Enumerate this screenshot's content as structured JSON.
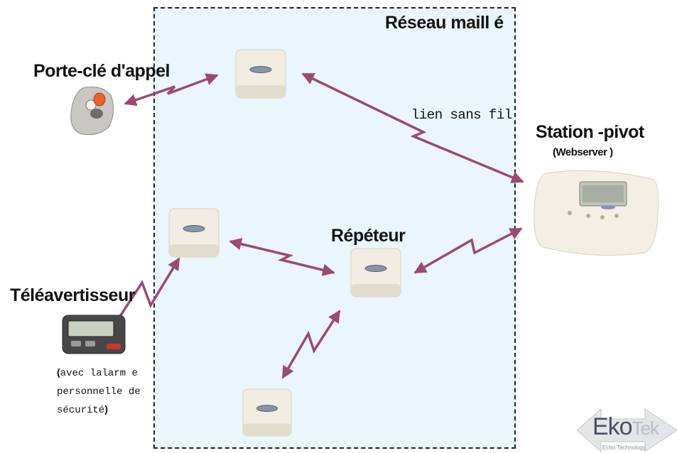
{
  "mesh": {
    "title": "Réseau maill é"
  },
  "labels": {
    "keyfob": "Porte-clé d'appel",
    "link": "lien sans fil",
    "station": "Station -pivot",
    "webserver": "(Webserver  )",
    "repeater": "Répéteur",
    "pager": "Téléavertisseur",
    "note_open": "(",
    "note_line1": "avec lalarm e",
    "note_line2": "personnelle de",
    "note_line3": "sécurité",
    "note_close": ")"
  },
  "logo": {
    "brand_main": "Eko",
    "brand_accent": "Tek",
    "tagline": "Echo Technology"
  },
  "colors": {
    "arrow": "#9b4a73",
    "mesh_bg": "#eaf6fb",
    "device": "#f1ede3",
    "keyfob_accent": "#e8622a"
  }
}
